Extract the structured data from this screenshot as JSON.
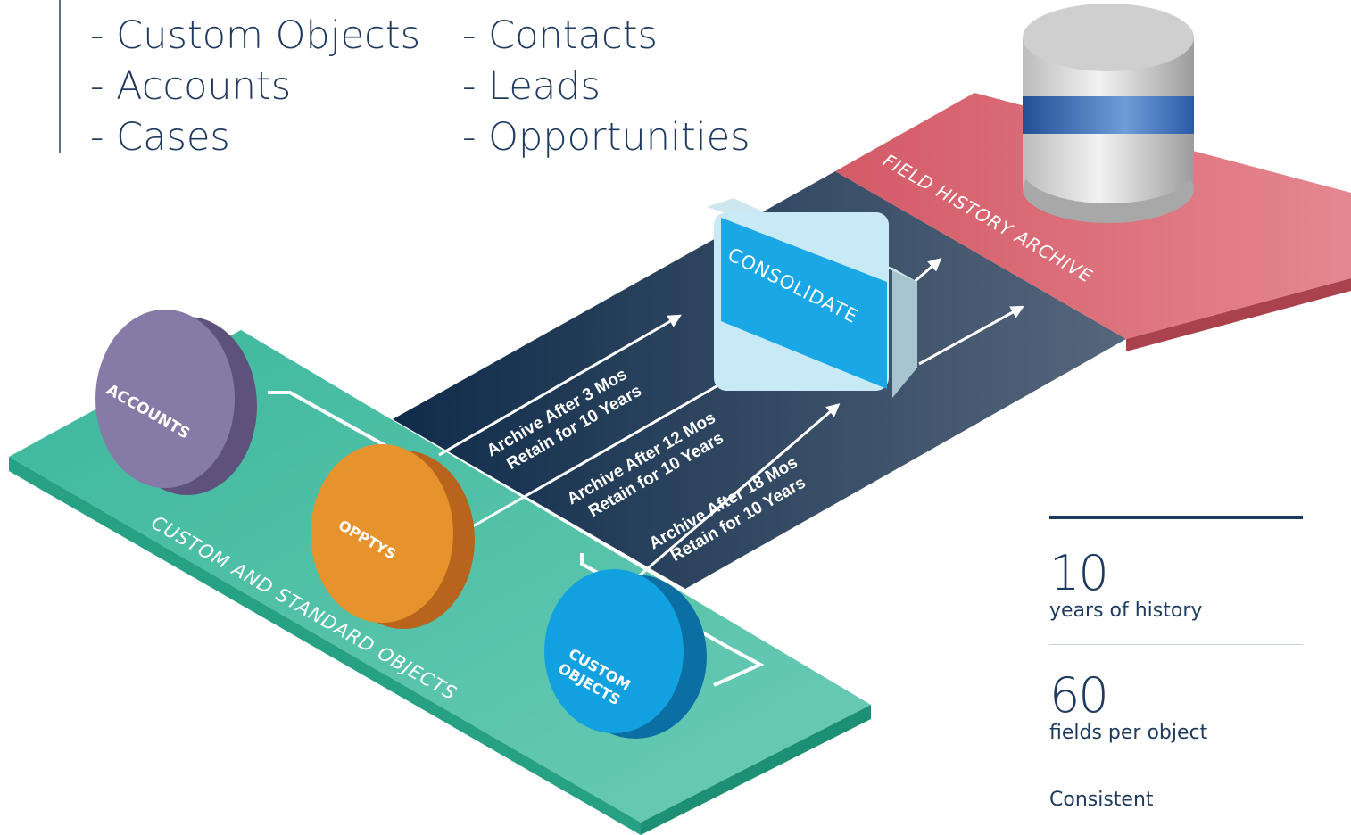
{
  "lists": {
    "col1": [
      "- Custom Objects",
      "- Accounts",
      "- Cases"
    ],
    "col2": [
      "- Contacts",
      "- Leads",
      "- Opportunities"
    ]
  },
  "diagram": {
    "base_label": "CUSTOM AND STANDARD OBJECTS",
    "archive_label": "FIELD HISTORY ARCHIVE",
    "consolidate_label": "CONSOLIDATE",
    "objects": [
      "ACCOUNTS",
      "OPPTYS",
      "CUSTOM",
      "OBJECTS"
    ],
    "rules": [
      {
        "line1": "Archive After 3 Mos",
        "line2": "Retain for 10 Years"
      },
      {
        "line1": "Archive After 12 Mos",
        "line2": "Retain for 10 Years"
      },
      {
        "line1": "Archive After 18 Mos",
        "line2": "Retain for 10 Years"
      }
    ]
  },
  "stats": [
    {
      "value": "10",
      "label": "years of history"
    },
    {
      "value": "60",
      "label": "fields per object"
    },
    {
      "value": "",
      "label": "Consistent"
    }
  ],
  "colors": {
    "base": "#3fbaa0",
    "base_side": "#239a7d",
    "dark_path": "#1c3550",
    "archive": "#d65e6a",
    "accounts": "#7d6c9a",
    "opptys": "#e8922a",
    "custom": "#1598d6",
    "consolidate": "#16a3e3",
    "db_band": "#3062ad",
    "text_dark": "#1f3a5f"
  }
}
